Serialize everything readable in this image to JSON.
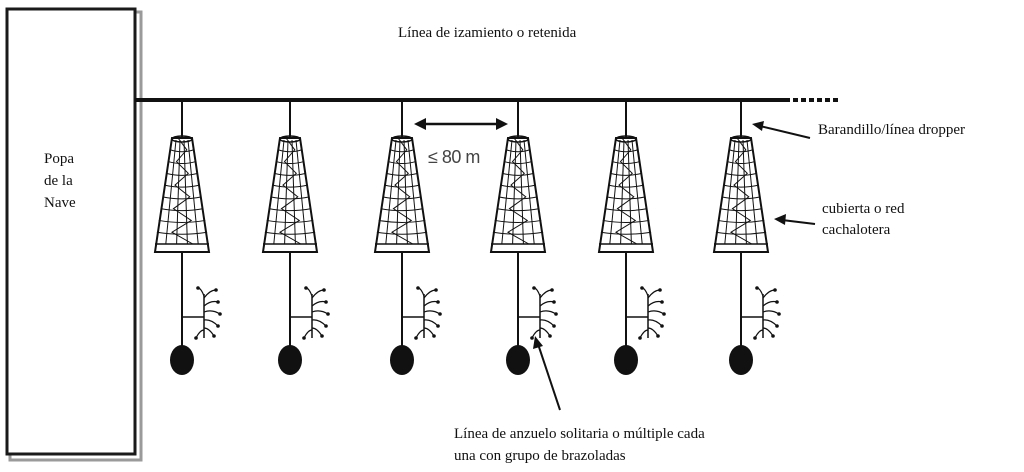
{
  "labels": {
    "top_line": "Línea de izamiento o retenida",
    "stern_line1": "Popa",
    "stern_line2": "de la",
    "stern_line3": "Nave",
    "dropper": "Barandillo/línea dropper",
    "cover_line1": "cubierta o red",
    "cover_line2": "cachalotera",
    "spacing": "≤ 80 m",
    "hook_line1": "Línea de anzuelo solitaria o múltiple cada",
    "hook_line2": "una con grupo de brazoladas"
  },
  "units": {
    "count": 6
  },
  "colors": {
    "ink": "#111111",
    "stern_frame": "#1a1a1a",
    "stern_shadow": "#9a9a9a"
  }
}
